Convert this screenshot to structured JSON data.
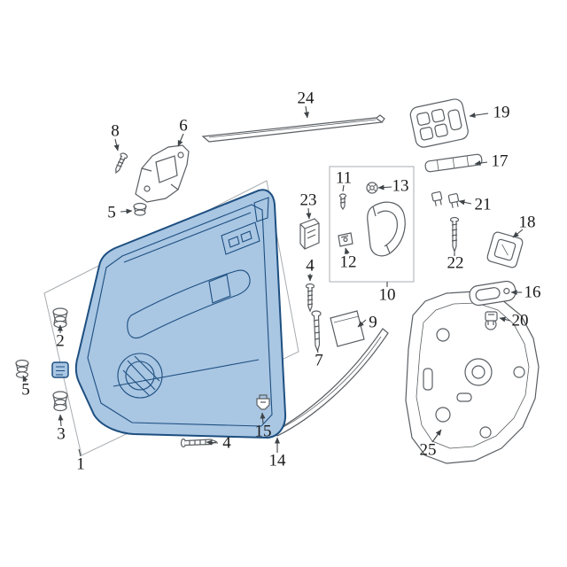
{
  "image": {
    "kind": "exploded-parts-diagram",
    "subject": "front-door-trim-panel-assembly",
    "background": "#ffffff"
  },
  "colors": {
    "highlight-fill": "#a9c6e3",
    "highlight-stroke": "#1d4f80",
    "line": "#5a5f63",
    "line-light": "#a8acb0",
    "arrow": "#3f4448",
    "label": "#1a1a1a"
  },
  "callouts": [
    {
      "label": "8",
      "part": "screw"
    },
    {
      "label": "6",
      "part": "door-pull-bracket"
    },
    {
      "label": "5",
      "part": "grommet"
    },
    {
      "label": "24",
      "part": "belt-molding-strip"
    },
    {
      "label": "19",
      "part": "window-switch-panel"
    },
    {
      "label": "17",
      "part": "trim-strip"
    },
    {
      "label": "21",
      "part": "retaining-clips"
    },
    {
      "label": "11",
      "part": "screw"
    },
    {
      "label": "13",
      "part": "push-nut"
    },
    {
      "label": "23",
      "part": "switch"
    },
    {
      "label": "18",
      "part": "switch-bezel"
    },
    {
      "label": "12",
      "part": "clip"
    },
    {
      "label": "4",
      "part": "screw"
    },
    {
      "label": "22",
      "part": "screw"
    },
    {
      "label": "10",
      "part": "bracket-kit"
    },
    {
      "label": "16",
      "part": "handle-bezel"
    },
    {
      "label": "20",
      "part": "clip"
    },
    {
      "label": "9",
      "part": "pad"
    },
    {
      "label": "7",
      "part": "screw"
    },
    {
      "label": "2",
      "part": "grommet"
    },
    {
      "label": "5",
      "part": "grommet"
    },
    {
      "label": "3",
      "part": "grommet"
    },
    {
      "label": "1",
      "part": "door-trim-panel"
    },
    {
      "label": "4",
      "part": "screw"
    },
    {
      "label": "15",
      "part": "clip"
    },
    {
      "label": "14",
      "part": "lower-trim-strip"
    },
    {
      "label": "25",
      "part": "water-shield-carrier-panel"
    }
  ]
}
